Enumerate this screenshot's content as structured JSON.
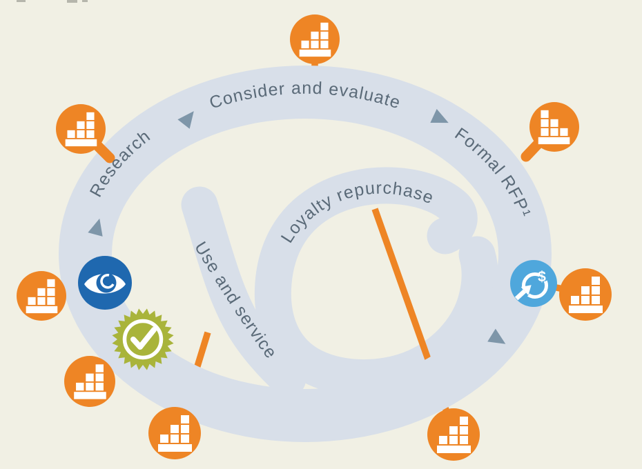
{
  "diagram": {
    "type": "customer-journey-loop",
    "stages": [
      {
        "label": "Research"
      },
      {
        "label": "Consider and evaluate"
      },
      {
        "label": "Formal RFP¹"
      },
      {
        "label": "Loyalty repurchase"
      },
      {
        "label": "Use and service"
      }
    ],
    "repurchase_icon_symbol": "$",
    "node_icons": [
      "data-blocks-icon",
      "magnifier-data-icon",
      "eye-icon",
      "dollar-repurchase-icon",
      "check-seal-icon"
    ],
    "colors": {
      "background": "#f1f0e4",
      "band": "#d8dfe9",
      "orange": "#ee8525",
      "dark_blue": "#1f68af",
      "light_blue": "#4fa7dc",
      "green": "#a9b43b",
      "label_text": "#5a6a78",
      "arrow": "#7e96a9"
    }
  }
}
